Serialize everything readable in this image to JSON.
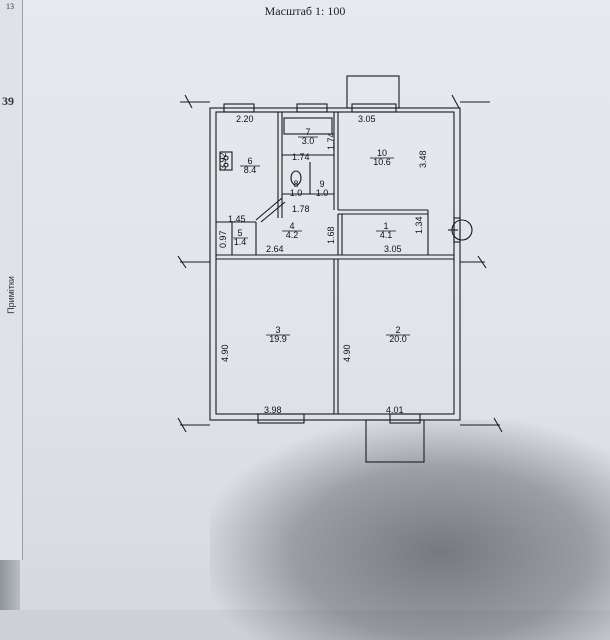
{
  "header": {
    "scale_label": "Масштаб 1: 100"
  },
  "left_page": {
    "page_number": "39",
    "top_text": "13",
    "side_label": "Примітки"
  },
  "rooms": [
    {
      "id": "1",
      "area": "4.1"
    },
    {
      "id": "2",
      "area": "20.0"
    },
    {
      "id": "3",
      "area": "19.9"
    },
    {
      "id": "4",
      "area": "4.2"
    },
    {
      "id": "5",
      "area": "1.4"
    },
    {
      "id": "6",
      "area": "8.4"
    },
    {
      "id": "7",
      "area": "3.0"
    },
    {
      "id": "8",
      "area": "1.0"
    },
    {
      "id": "9",
      "area": "1.0"
    },
    {
      "id": "10",
      "area": "10.6"
    }
  ],
  "dimensions": {
    "d220": "2.20",
    "d392": "3.92",
    "d174a": "1.74",
    "d174b": "1.74",
    "d305a": "3.05",
    "d348": "3.48",
    "d178": "1.78",
    "d145": "1.45",
    "d097": "0.97",
    "d168": "1.68",
    "d134": "1.34",
    "d264": "2.64",
    "d305b": "3.05",
    "d490a": "4.90",
    "d490b": "4.90",
    "d398": "3.98",
    "d401": "4.01"
  }
}
